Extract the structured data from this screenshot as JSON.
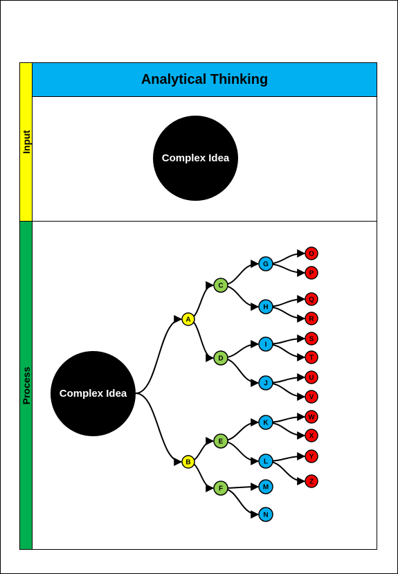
{
  "title": "Analytical Thinking",
  "colors": {
    "title_bg": "#00B0F0",
    "input_lane": "#FFFF00",
    "process_lane": "#00B050",
    "level1": "#FFFF00",
    "level2": "#92D050",
    "level3": "#00B0F0",
    "level4": "#FF0000"
  },
  "lanes": {
    "input": {
      "label": "Input",
      "idea": "Complex Idea"
    },
    "process": {
      "label": "Process",
      "idea": "Complex Idea"
    }
  },
  "tree": {
    "nodes": [
      {
        "id": "A",
        "level": 1
      },
      {
        "id": "B",
        "level": 1
      },
      {
        "id": "C",
        "level": 2
      },
      {
        "id": "D",
        "level": 2
      },
      {
        "id": "E",
        "level": 2
      },
      {
        "id": "F",
        "level": 2
      },
      {
        "id": "G",
        "level": 3
      },
      {
        "id": "H",
        "level": 3
      },
      {
        "id": "I",
        "level": 3
      },
      {
        "id": "J",
        "level": 3
      },
      {
        "id": "K",
        "level": 3
      },
      {
        "id": "L",
        "level": 3
      },
      {
        "id": "M",
        "level": 3
      },
      {
        "id": "N",
        "level": 3
      },
      {
        "id": "O",
        "level": 4
      },
      {
        "id": "P",
        "level": 4
      },
      {
        "id": "Q",
        "level": 4
      },
      {
        "id": "R",
        "level": 4
      },
      {
        "id": "S",
        "level": 4
      },
      {
        "id": "T",
        "level": 4
      },
      {
        "id": "U",
        "level": 4
      },
      {
        "id": "V",
        "level": 4
      },
      {
        "id": "W",
        "level": 4
      },
      {
        "id": "X",
        "level": 4
      },
      {
        "id": "Y",
        "level": 4
      },
      {
        "id": "Z",
        "level": 4
      }
    ],
    "edges": [
      [
        "root",
        "A"
      ],
      [
        "root",
        "B"
      ],
      [
        "A",
        "C"
      ],
      [
        "A",
        "D"
      ],
      [
        "B",
        "E"
      ],
      [
        "B",
        "F"
      ],
      [
        "C",
        "G"
      ],
      [
        "C",
        "H"
      ],
      [
        "D",
        "I"
      ],
      [
        "D",
        "J"
      ],
      [
        "E",
        "K"
      ],
      [
        "E",
        "L"
      ],
      [
        "F",
        "M"
      ],
      [
        "F",
        "N"
      ],
      [
        "G",
        "O"
      ],
      [
        "G",
        "P"
      ],
      [
        "H",
        "Q"
      ],
      [
        "H",
        "R"
      ],
      [
        "I",
        "S"
      ],
      [
        "I",
        "T"
      ],
      [
        "J",
        "U"
      ],
      [
        "J",
        "V"
      ],
      [
        "K",
        "W"
      ],
      [
        "K",
        "X"
      ],
      [
        "L",
        "Y"
      ],
      [
        "L",
        "Z"
      ]
    ]
  }
}
